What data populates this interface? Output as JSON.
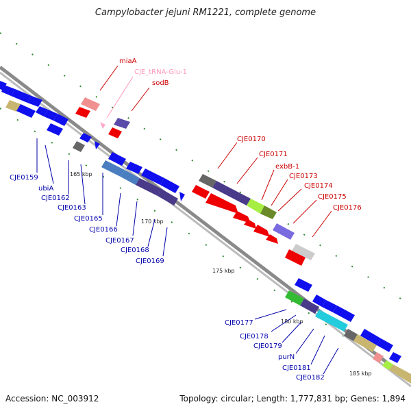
{
  "title": "Campylobacter jejuni RM1221, complete genome",
  "footer": {
    "accession": "Accession: NC_003912",
    "summary": "Topology: circular; Length: 1,777,831 bp; Genes: 1,894"
  },
  "colors": {
    "background": "#ffffff",
    "backbone": "#9a9a9a",
    "tick": "#2e8b2e",
    "label_forward": "#cc0000",
    "label_reverse": "#0000aa",
    "label_trna": "#ff99bb",
    "gene_default": "#1010ee",
    "gene_forward": "#ee0000"
  },
  "tick_labels": [
    "165 kbp",
    "170 kbp",
    "175 kbp",
    "180 kbp",
    "185 kbp"
  ],
  "labels": {
    "forward": [
      "miaA",
      "CJE_tRNA-Glu-1",
      "sodB",
      "CJE0170",
      "CJE0171",
      "exbB-1",
      "CJE0173",
      "CJE0174",
      "CJE0175",
      "CJE0176"
    ],
    "reverse": [
      "CJE0159",
      "ubiA",
      "CJE0162",
      "CJE0163",
      "CJE0165",
      "CJE0166",
      "CJE0167",
      "CJE0168",
      "CJE0169",
      "CJE0177",
      "CJE0178",
      "CJE0179",
      "purN",
      "CJE0181",
      "CJE0182"
    ]
  }
}
